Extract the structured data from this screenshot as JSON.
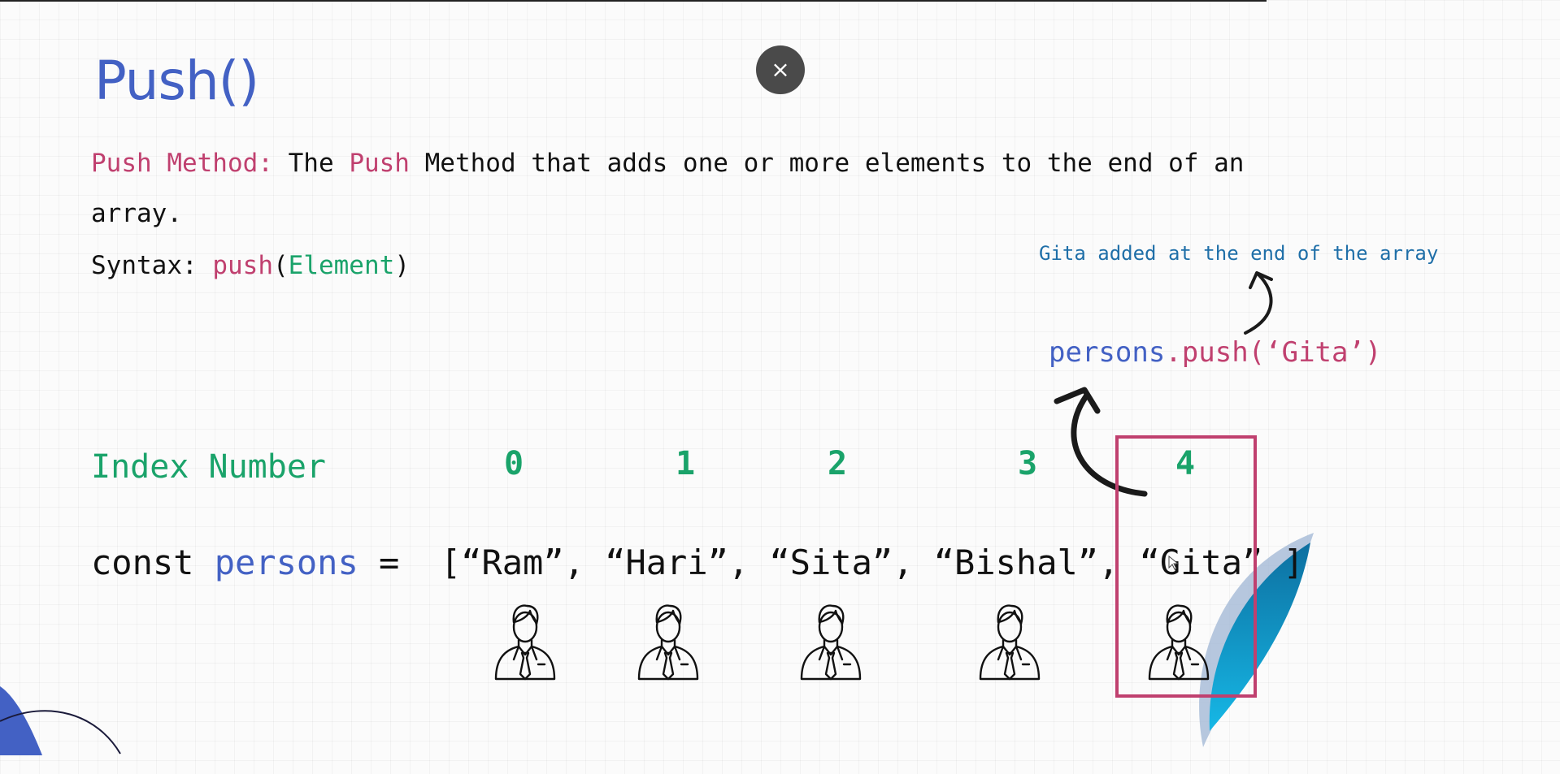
{
  "slide": {
    "title": "Push()",
    "close_icon": "×",
    "description": {
      "term": "Push Method:",
      "text_1": "The",
      "push_word": "Push",
      "text_2": "Method that adds one or more elements to the end of an array."
    },
    "syntax": {
      "label": "Syntax:",
      "method": "push",
      "open_paren": "(",
      "argument": "Element",
      "close_paren": ")"
    },
    "annotation": "Gita added at the end of the array",
    "push_call": {
      "object": "persons",
      "dot": ".",
      "method_call": "push(‘Gita’)"
    },
    "index_label": "Index Number",
    "indices": [
      "0",
      "1",
      "2",
      "3",
      "4"
    ],
    "code": {
      "keyword": "const",
      "variable": "persons",
      "equals": " =  ",
      "array_text": "[“Ram”, “Hari”, “Sita”, “Bishal”, “Gita” ]"
    },
    "person_icons": [
      "person-icon",
      "person-icon",
      "person-icon",
      "person-icon",
      "person-icon"
    ],
    "colors": {
      "title": "#4361c4",
      "keyword_pink": "#c0406f",
      "index_green": "#1aa36a",
      "annotation_blue": "#1f6fa8",
      "highlight_box": "#c0406f"
    }
  }
}
